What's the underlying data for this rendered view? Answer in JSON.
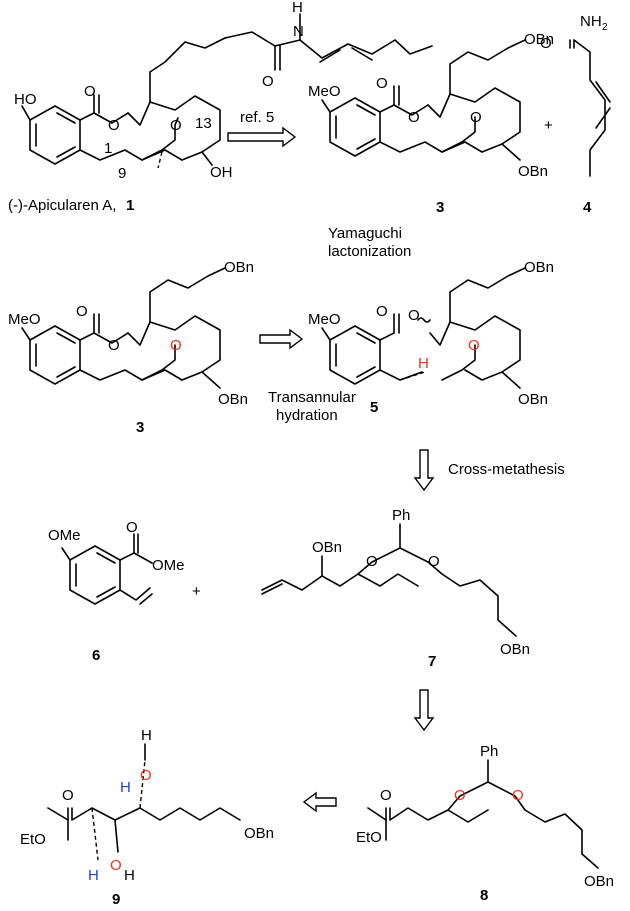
{
  "labels": {
    "apicularen": "(-)-Apicularen A, ",
    "apicularen_num": "1",
    "ref": "ref. 5",
    "plus": "+",
    "c3a": "3",
    "c4": "4",
    "c3b": "3",
    "c5": "5",
    "c6": "6",
    "c7": "7",
    "c8": "8",
    "c9": "9",
    "yamaguchi_1": "Yamaguchi",
    "yamaguchi_2": "lactonization",
    "transannular_1": "Transannular",
    "transannular_2": "hydration",
    "cross_metathesis": "Cross-metathesis"
  },
  "atoms": {
    "HO": "HO",
    "OH": "OH",
    "O": "O",
    "H": "H",
    "N": "N",
    "NH2": "NH",
    "sub2": "2",
    "MeO": "MeO",
    "OBn": "OBn",
    "OMe": "OMe",
    "OEt": "EtO",
    "Ph": "Ph"
  },
  "numbers": {
    "n1": "1",
    "n9": "9",
    "n13": "13"
  },
  "colors": {
    "oxygen_highlight": "#e8341c",
    "hydrogen_highlight": "#1f43d6"
  }
}
